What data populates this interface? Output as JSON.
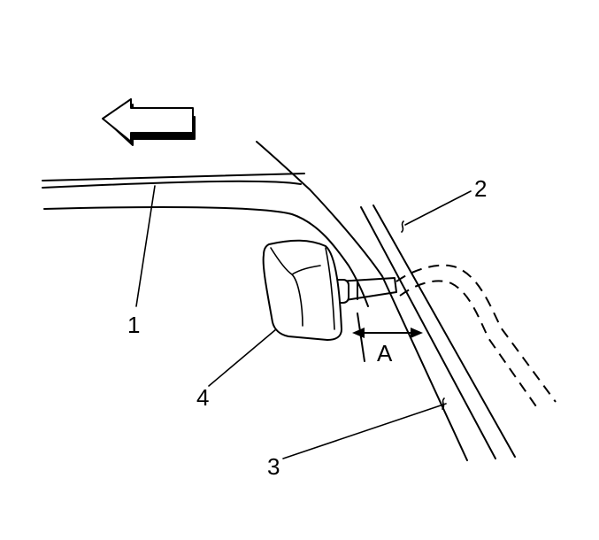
{
  "diagram": {
    "callouts": {
      "one": "1",
      "two": "2",
      "three": "3",
      "four": "4",
      "dimension": "A"
    }
  }
}
